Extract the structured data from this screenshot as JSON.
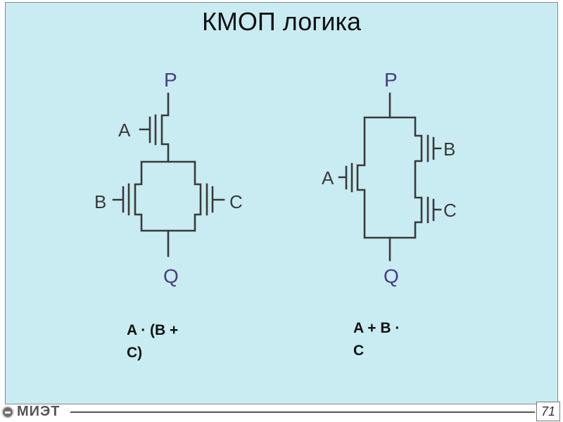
{
  "slide": {
    "title": "КМОП логика",
    "left_circuit": {
      "top_terminal": "P",
      "bottom_terminal": "Q",
      "gate_a": "A",
      "gate_b": "B",
      "gate_c": "C",
      "formula_line1": "A · (B +",
      "formula_line2": "C)"
    },
    "right_circuit": {
      "top_terminal": "P",
      "bottom_terminal": "Q",
      "gate_a": "A",
      "gate_b": "B",
      "gate_c": "C",
      "formula_line1": "A + B ·",
      "formula_line2": "C"
    },
    "footer": {
      "logo_text": "МИЭТ",
      "page_number": "71"
    }
  }
}
